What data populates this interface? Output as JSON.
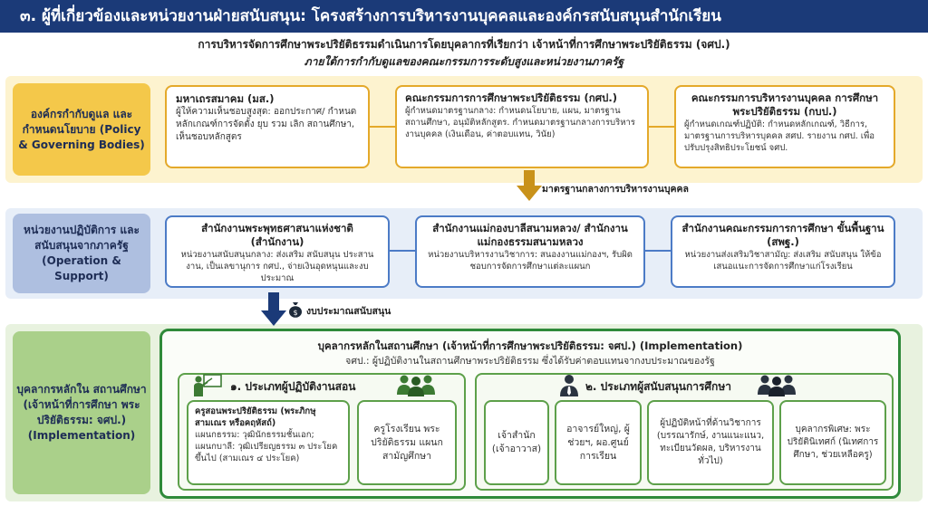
{
  "title": "๓. ผู้ที่เกี่ยวข้องและหน่วยงานฝ่ายสนับสนุน: โครงสร้างการบริหารงานบุคคลและองค์กรสนับสนุนสำนักเรียน",
  "intro": {
    "line1": "การบริหารจัดการศึกษาพระปริยัติธรรมดำเนินการโดยบุคลากรที่เรียกว่า เจ้าหน้าที่การศึกษาพระปริยัติธรรม (จศป.)",
    "line2": "ภายใต้การกำกับดูแลของคณะกรรมการระดับสูงและหน่วยงานภาครัฐ"
  },
  "tiers": {
    "policy": {
      "label": "องค์กรกำกับดูแล และกำหนดนโยบาย (Policy & Governing Bodies)",
      "boxes": [
        {
          "title": "มหาเถรสมาคม (มส.)",
          "desc": "ผู้ให้ความเห็นชอบสูงสุด: ออกประกาศ/ กำหนดหลักเกณฑ์การจัดตั้ง ยุบ รวม เลิก สถานศึกษา, เห็นชอบหลักสูตร"
        },
        {
          "title": "คณะกรรมการการศึกษาพระปริยัติธรรม (กศป.)",
          "desc": "ผู้กำหนดมาตรฐานกลาง: กำหนดนโยบาย, แผน, มาตรฐานสถานศึกษา, อนุมัติหลักสูตร. กำหนดมาตรฐานกลางการบริหารงานบุคคล (เงินเดือน, ค่าตอบแทน, วินัย)"
        },
        {
          "title": "คณะกรรมการบริหารงานบุคคล การศึกษาพระปริยัติธรรม (กบป.)",
          "desc": "ผู้กำหนดเกณฑ์ปฏิบัติ: กำหนดหลักเกณฑ์, วิธีการ, มาตรฐานการบริหารบุคคล สศป. รายงาน กศป. เพื่อปรับปรุงสิทธิประโยชน์ จศป."
        }
      ]
    },
    "arrow1_label": "มาตรฐานกลางการบริหารงานบุคคล",
    "operation": {
      "label": "หน่วยงานปฏิบัติการ และสนับสนุนจากภาครัฐ (Operation & Support)",
      "boxes": [
        {
          "title": "สำนักงานพระพุทธศาสนาแห่งชาติ (สำนักงาน)",
          "desc": "หน่วยงานสนับสนุนกลาง: ส่งเสริม สนับสนุน ประสานงาน, เป็นเลขานุการ กศป., จ่ายเงินอุดหนุนและงบประมาณ"
        },
        {
          "title": "สำนักงานแม่กองบาลีสนามหลวง/ สำนักงานแม่กองธรรมสนามหลวง",
          "desc": "หน่วยงานบริหารงานวิชาการ: สนองงานแม่กองฯ, รับผิดชอบการจัดการศึกษาแต่ละแผนก"
        },
        {
          "title": "สำนักงานคณะกรรมการการศึกษา ขั้นพื้นฐาน (สพฐ.)",
          "desc": "หน่วยงานส่งเสริมวิชาสามัญ: ส่งเสริม สนับสนุน ให้ข้อเสนอแนะการจัดการศึกษาแก่โรงเรียน"
        }
      ]
    },
    "arrow2_label": "งบประมาณสนับสนุน",
    "implementation": {
      "label": "บุคลากรหลักใน สถานศึกษา (เจ้าหน้าที่การศึกษา พระปริยัติธรรม: จศป.) (Implementation)",
      "header": "บุคลากรหลักในสถานศึกษา (เจ้าหน้าที่การศึกษาพระปริยัติธรรม: จศป.) (Implementation)",
      "subheader": "จศป.: ผู้ปฏิบัติงานในสถานศึกษาพระปริยัติธรรม ซึ่งได้รับค่าตอบแทนจากงบประมาณของรัฐ",
      "group1": {
        "title": "๑. ประเภทผู้ปฏิบัติงานสอน",
        "box1": {
          "line1": "ครูสอนพระปริยัติธรรม (พระภิกษุ สามเณร หรือคฤหัสถ์)",
          "line2": "แผนกธรรม: วุฒินักธรรมชั้นเอก;",
          "line3": "แผนกบาลี: วุฒิเปรียญธรรม ๓ ประโยคขึ้นไป (สามเณร ๔ ประโยค)"
        },
        "box2": "ครูโรงเรียน พระปริยัติธรรม แผนกสามัญศึกษา"
      },
      "group2": {
        "title": "๒. ประเภทผู้สนับสนุนการศึกษา",
        "boxes": [
          "เจ้าสำนัก (เจ้าอาวาส)",
          "อาจารย์ใหญ่, ผู้ช่วยฯ, ผอ.ศูนย์การเรียน",
          "ผู้ปฏิบัติหน้าที่ด้านวิชาการ (บรรณารักษ์, งานแนะแนว, ทะเบียนวัดผล, บริหารงานทั่วไป)",
          "บุคลากรพิเศษ: พระปริยัตินิเทศก์ (นิเทศการศึกษา, ช่วยเหลือครู)"
        ]
      }
    }
  },
  "colors": {
    "title_bar": "#1b3a78",
    "policy_band": "#fdf3cf",
    "policy_label": "#f4c84a",
    "operation_band": "#e7eef8",
    "operation_label": "#aebfe0",
    "implementation_band": "#e8f2df",
    "implementation_label": "#aad08a",
    "gold_arrow": "#c9921a",
    "navy_arrow": "#1b3a78"
  },
  "icons": [
    "money-bag-icon",
    "teacher-icon",
    "people-group-icon",
    "person-tie-icon",
    "people-group-icon"
  ]
}
